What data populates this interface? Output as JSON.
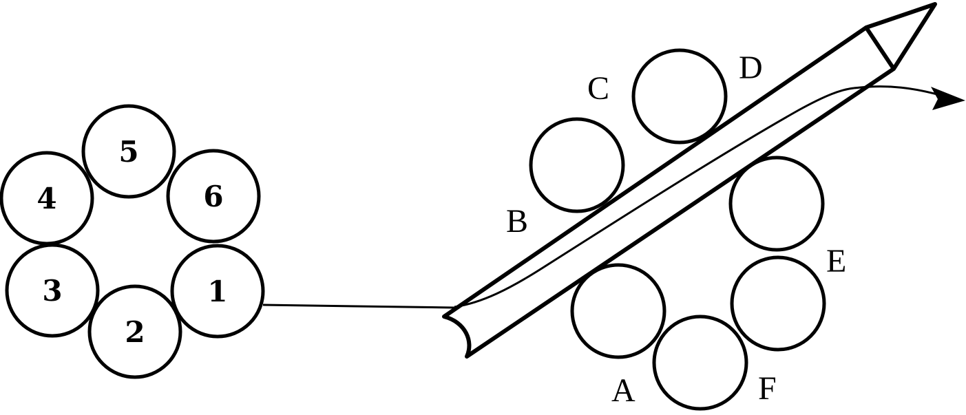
{
  "figure": {
    "left_group": {
      "labels": [
        "1",
        "2",
        "3",
        "4",
        "5",
        "6"
      ]
    },
    "right_group": {
      "labels": [
        "A",
        "B",
        "C",
        "D",
        "E",
        "F"
      ]
    },
    "colors": {
      "stroke": "#000000",
      "background": "#ffffff"
    }
  }
}
